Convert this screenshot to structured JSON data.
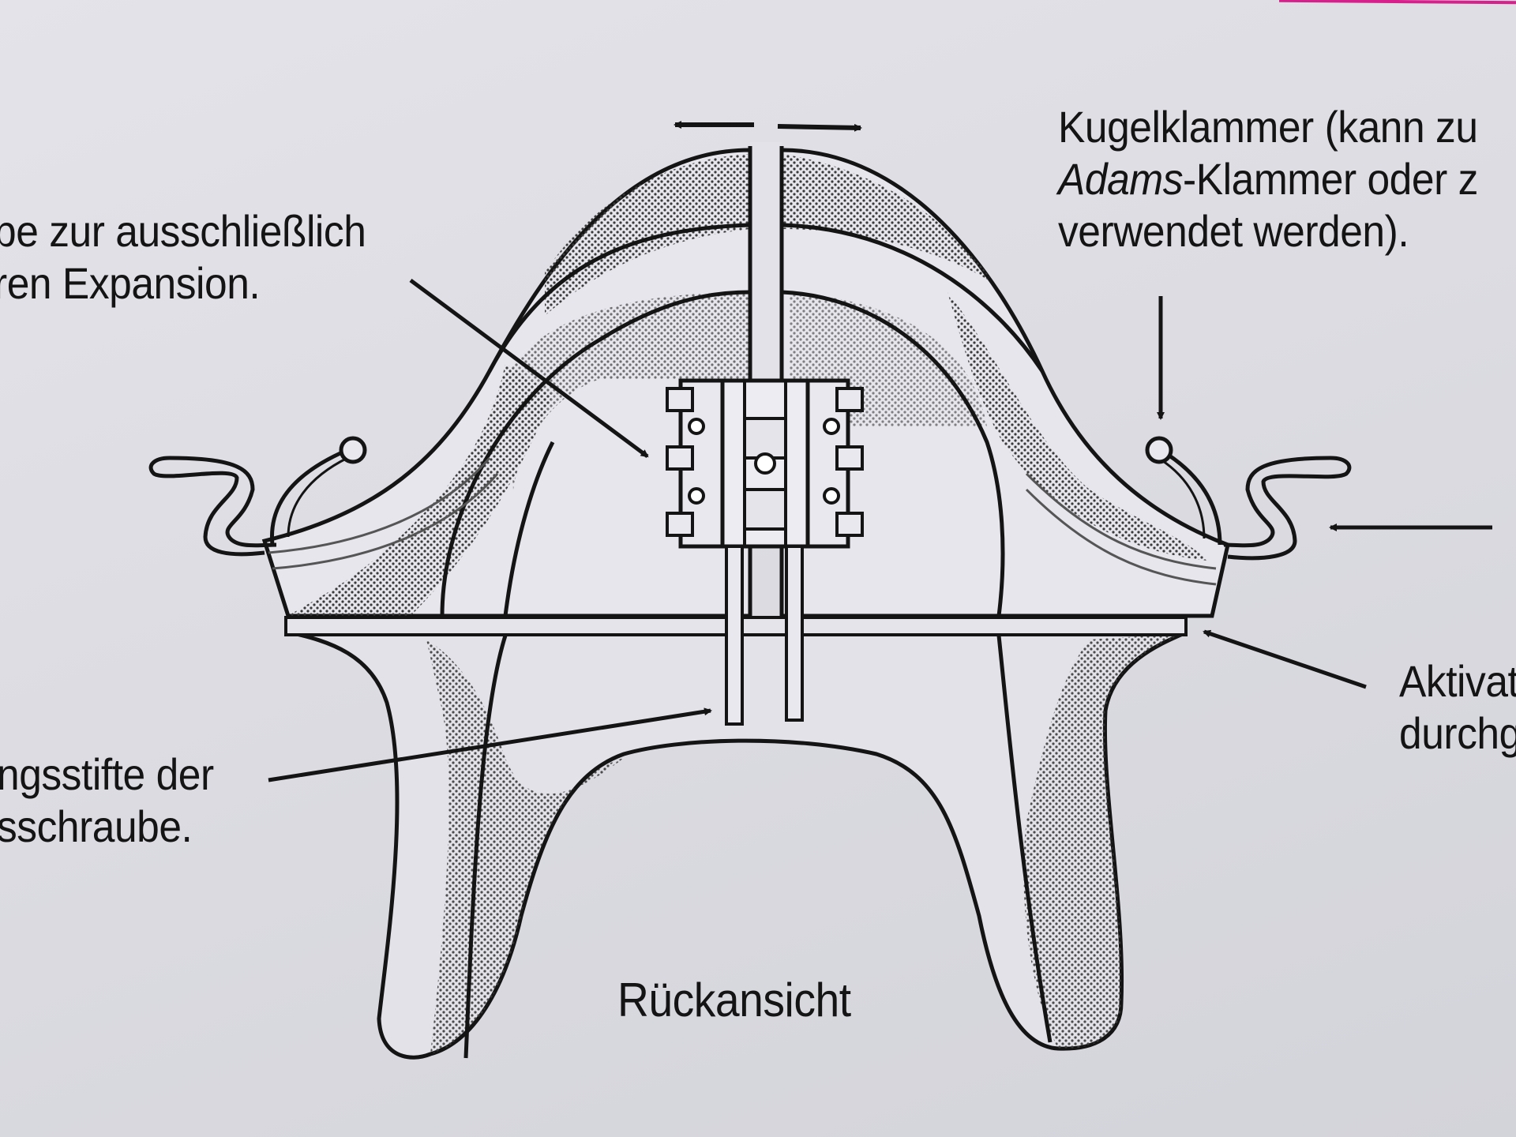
{
  "labels": {
    "screw_expansion": {
      "line1": "be zur ausschließlich",
      "line2": "ren Expansion."
    },
    "ball_clasp": {
      "line1": "Kugelklammer (kann zu",
      "line2_italic": "Adams",
      "line2_rest": "-Klammer oder z",
      "line3": "verwendet werden)."
    },
    "guide_pins": {
      "line1": "ngsstifte der",
      "line2": "sschraube."
    },
    "activator": {
      "line1": "Aktivat",
      "line2": "durchg"
    },
    "view_caption": "Rückansicht"
  },
  "colors": {
    "ink": "#141414",
    "stipple": "#3a3a3a",
    "paper": "#e1e1e7",
    "accent_line": "#d8208c"
  },
  "icons": {
    "expansion_arrows": "double-horizontal-arrow",
    "pointer_arrows": "arrow"
  }
}
